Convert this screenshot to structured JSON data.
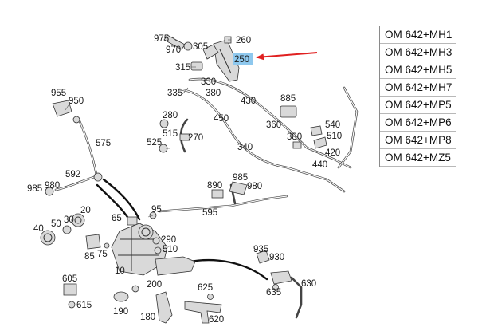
{
  "diagram": {
    "highlighted_part": "250",
    "highlight_color": "#8ec8ee",
    "arrow_color": "#e02020",
    "part_numbers": [
      "975",
      "970",
      "305",
      "260",
      "250",
      "315",
      "330",
      "335",
      "380",
      "430",
      "885",
      "280",
      "450",
      "515",
      "525",
      "270",
      "360",
      "380",
      "540",
      "510",
      "340",
      "420",
      "955",
      "950",
      "575",
      "440",
      "985",
      "980",
      "592",
      "985",
      "980",
      "890",
      "20",
      "30",
      "65",
      "95",
      "595",
      "40",
      "50",
      "85",
      "75",
      "290",
      "510",
      "935",
      "930",
      "10",
      "630",
      "635",
      "605",
      "615",
      "200",
      "625",
      "190",
      "180",
      "620"
    ]
  },
  "variants": [
    "OM 642+MH1",
    "OM 642+MH3",
    "OM 642+MH5",
    "OM 642+MH7",
    "OM 642+MP5",
    "OM 642+MP6",
    "OM 642+MP8",
    "OM 642+MZ5"
  ]
}
